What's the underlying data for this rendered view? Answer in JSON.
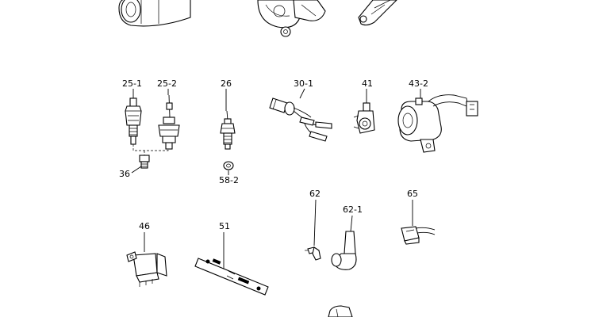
{
  "labels": {
    "l25_1": "25-1",
    "l25_2": "25-2",
    "l26": "26",
    "l30_1": "30-1",
    "l41": "41",
    "l43_2": "43-2",
    "l36": "36",
    "l58_2": "58-2",
    "l62": "62",
    "l62_1": "62-1",
    "l65": "65",
    "l46": "46",
    "l51": "51"
  }
}
